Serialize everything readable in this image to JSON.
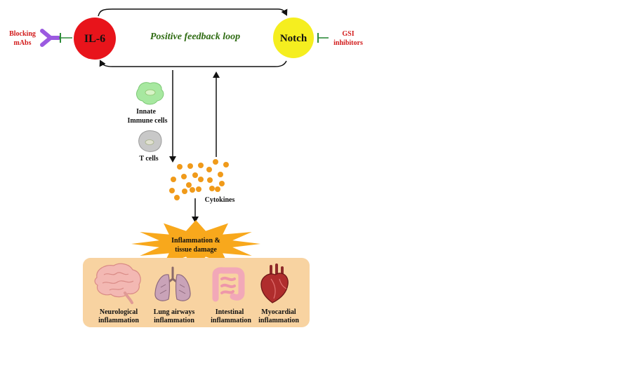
{
  "nodes": {
    "il6": {
      "label": "IL-6",
      "color": "#e8141b"
    },
    "notch": {
      "label": "Notch",
      "color": "#f5ee1f"
    }
  },
  "loop": {
    "label": "Positive feedback loop",
    "color": "#2e6b12"
  },
  "inhibitors": {
    "left": {
      "line1": "Blocking",
      "line2": "mAbs",
      "icon": "antibody-icon"
    },
    "right": {
      "line1": "GSI",
      "line2": "inhibitors"
    }
  },
  "cells": {
    "innate": {
      "line1": "Innate",
      "line2": "Immune cells",
      "color": "#a7e8a0"
    },
    "tcells": {
      "label": "T cells",
      "color": "#bdbdbd"
    }
  },
  "cytokines": {
    "label": "Cytokines",
    "color": "#f09a1a"
  },
  "burst": {
    "line1": "Inflammation &",
    "line2": "tissue damage",
    "color": "#f8a81c"
  },
  "panel": {
    "background": "#f8d3a1",
    "organs": [
      {
        "name": "brain-icon",
        "line1": "Neurological",
        "line2": "inflammation"
      },
      {
        "name": "lungs-icon",
        "line1": "Lung airways",
        "line2": "inflammation"
      },
      {
        "name": "intestine-icon",
        "line1": "Intestinal",
        "line2": "inflammation"
      },
      {
        "name": "heart-icon",
        "line1": "Myocardial",
        "line2": "inflammation"
      }
    ]
  }
}
